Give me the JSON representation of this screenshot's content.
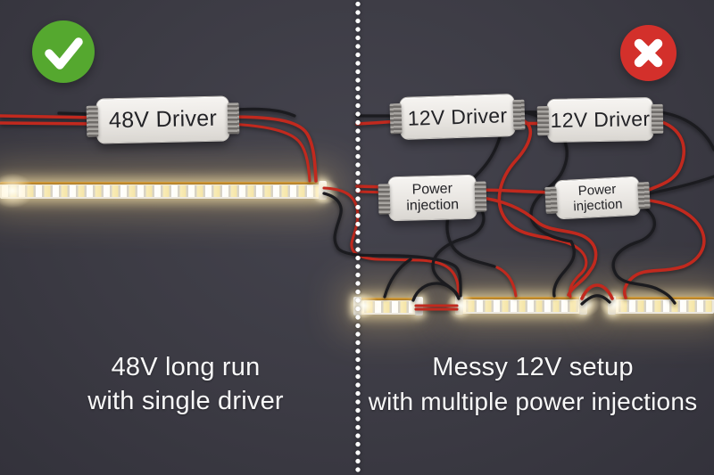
{
  "meta": {
    "title": "48V vs 12V LED strip wiring comparison"
  },
  "colors": {
    "background": "#3c3b44",
    "wire_red": "#c1291e",
    "wire_black": "#1b1b1f",
    "good_green": "#55a82f",
    "bad_red": "#d3302b",
    "led_glow": "#ffe9b8",
    "device_body": "#ece9e5"
  },
  "divider": {
    "style": "white-dotted-vertical"
  },
  "left_panel": {
    "badge_icon": "check",
    "driver_label": "48V Driver",
    "caption_line1": "48V long run",
    "caption_line2": "with single driver"
  },
  "right_panel": {
    "badge_icon": "cross",
    "driver1_label": "12V Driver",
    "driver2_label": "12V Driver",
    "injection1_line1": "Power",
    "injection1_line2": "injection",
    "injection2_line1": "Power",
    "injection2_line2": "injection",
    "caption_line1": "Messy 12V setup",
    "caption_line2": "with multiple power injections"
  }
}
